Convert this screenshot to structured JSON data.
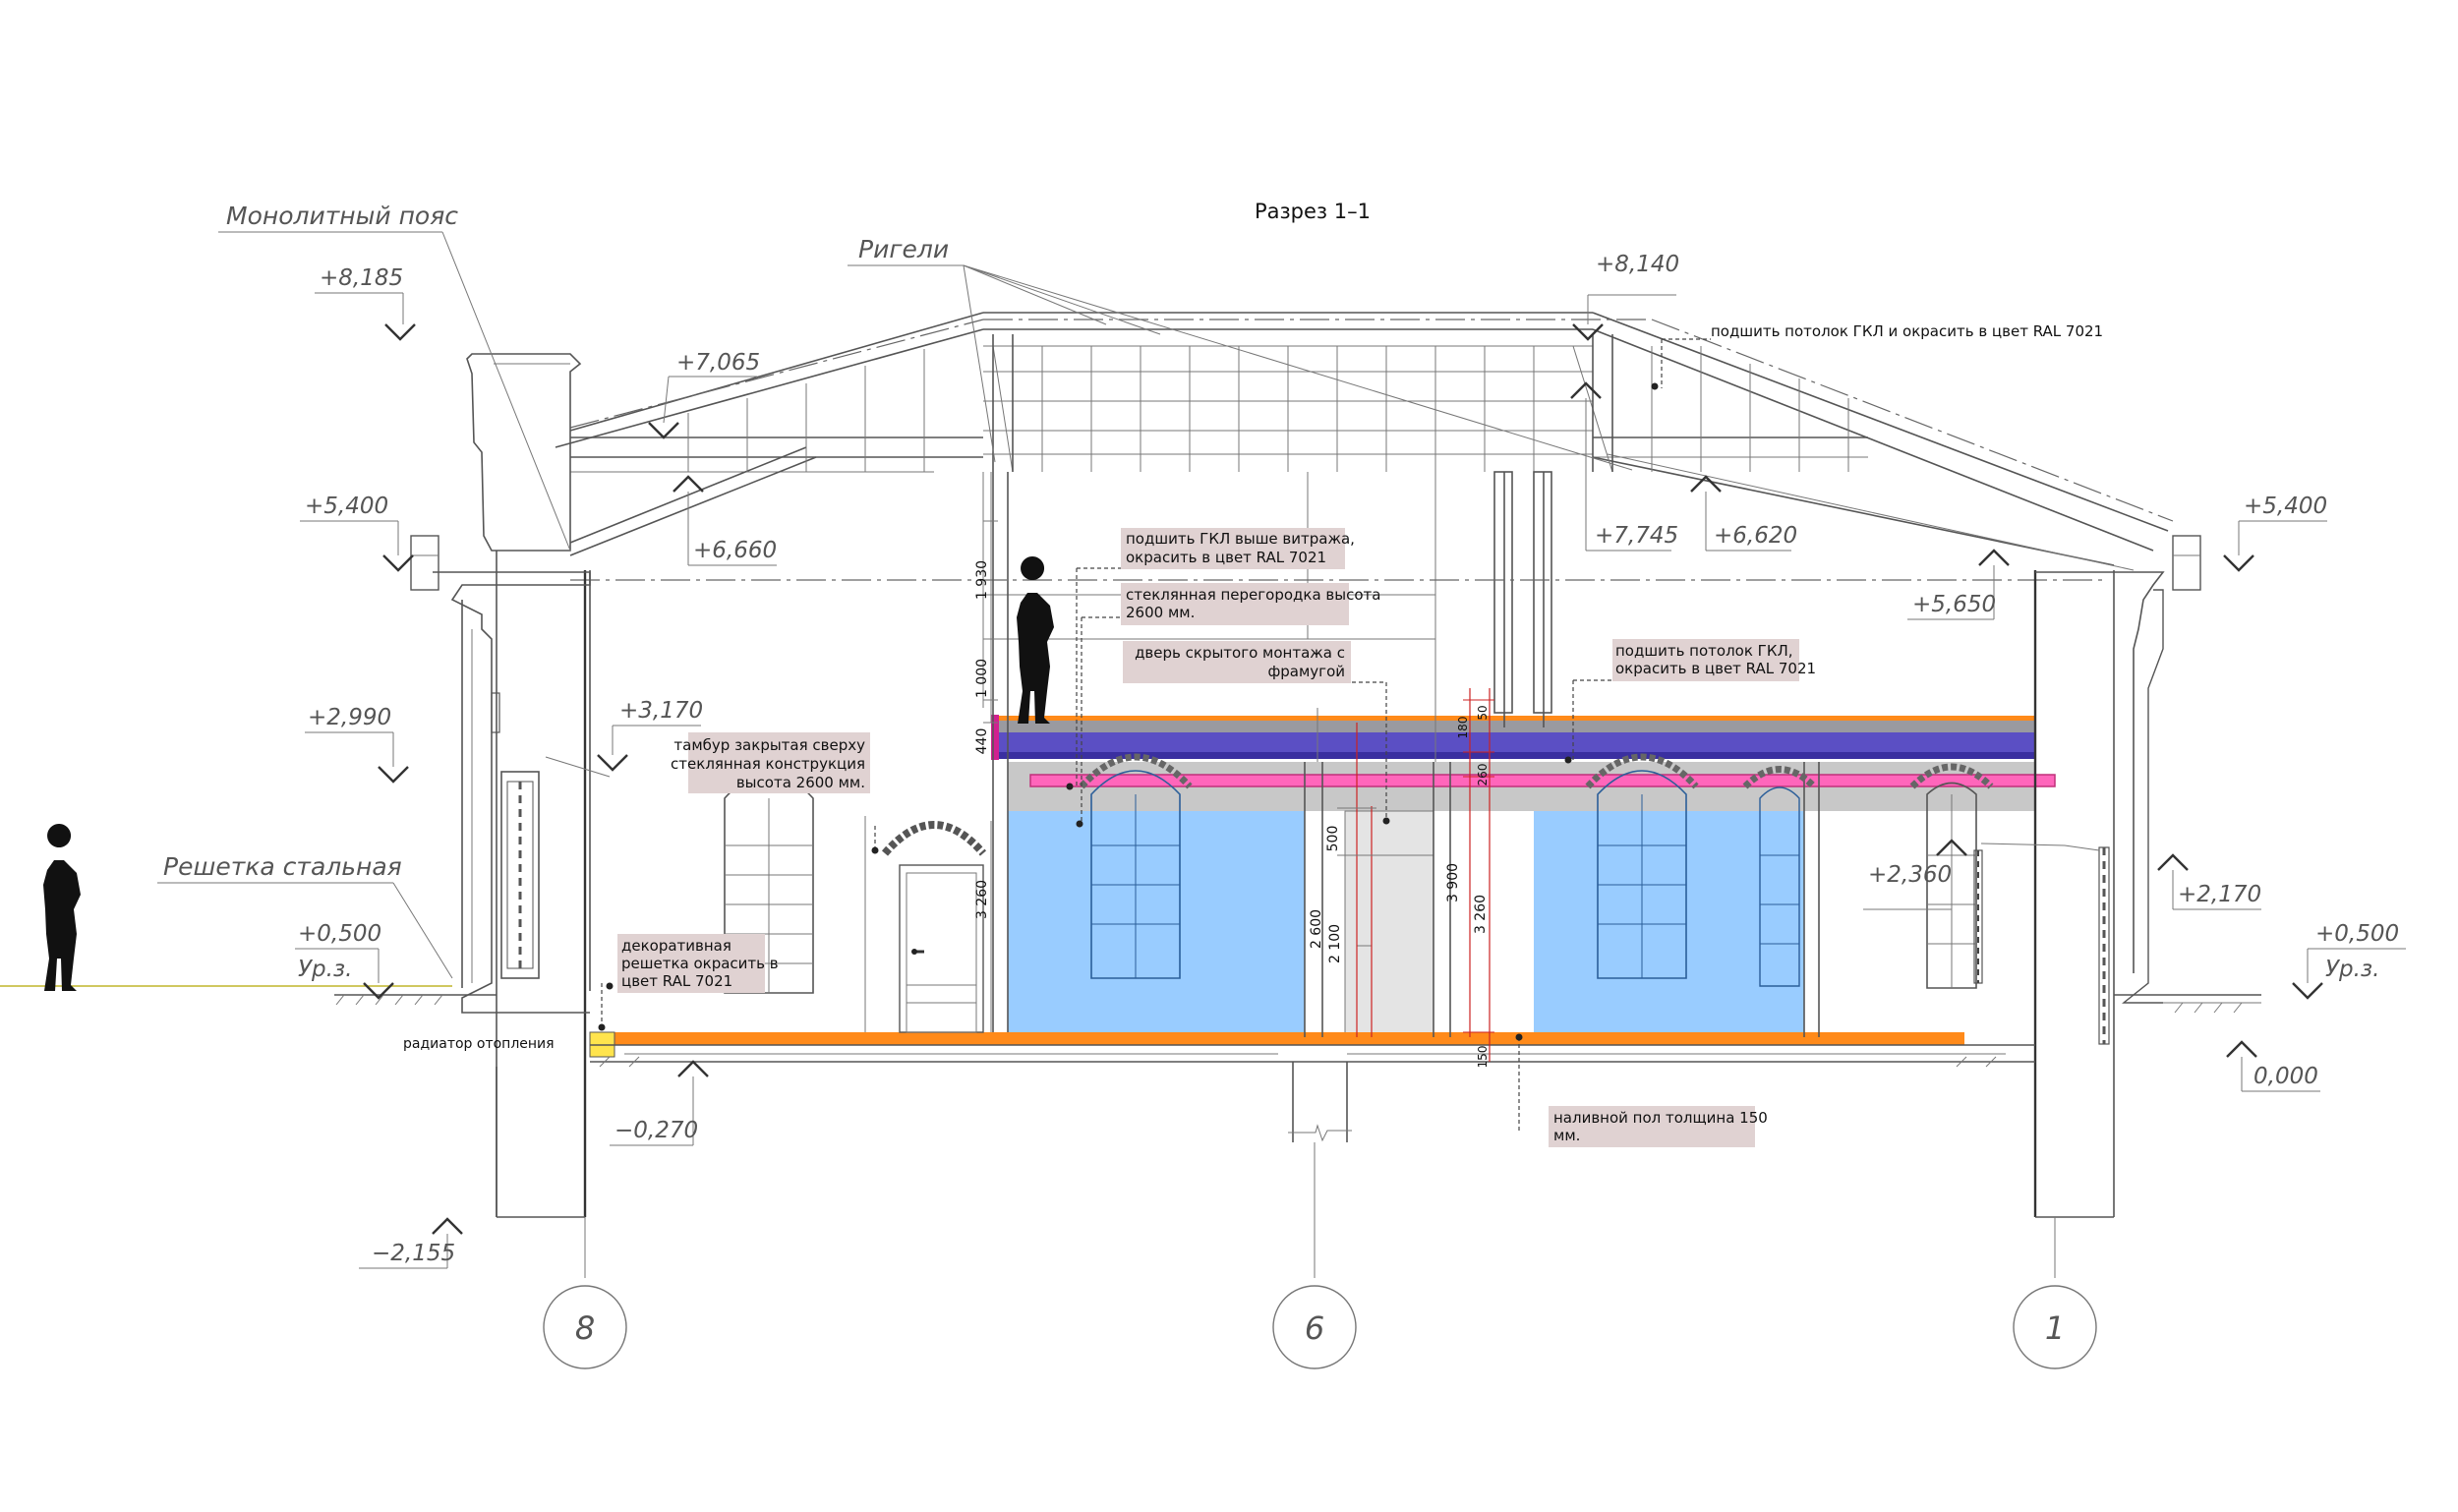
{
  "title": "Разрез 1–1",
  "colors": {
    "partition": "#99ccff",
    "gkl_band": "#5b4fc4",
    "gray_band": "#9a9aa0",
    "orange": "#ff8a1a",
    "pink": "#ff66bb",
    "note_bg": "#e0d2d2",
    "dim_red": "#cc2222"
  },
  "labels": {
    "monolithic_belt": "Монолитный пояс",
    "girders": "Ригели",
    "steel_grate": "Решетка стальная",
    "radiator": "радиатор отопления"
  },
  "levels": {
    "l_8185": "+8,185",
    "l_7065": "+7,065",
    "l_8140": "+8,140",
    "l_5400_left": "+5,400",
    "l_5400_right": "+5,400",
    "l_6660": "+6,660",
    "l_7745": "+7,745",
    "l_6620": "+6,620",
    "l_5650": "+5,650",
    "l_2990": "+2,990",
    "l_3170": "+3,170",
    "l_2360": "+2,360",
    "l_2170": "+2,170",
    "l_0500_left": "+0,500",
    "l_0500_right": "+0,500",
    "ground_left": "Ур.з.",
    "ground_right": "Ур.з.",
    "l_0000": "0,000",
    "l_m0270": "−0,270",
    "l_m2155": "−2,155"
  },
  "notes": {
    "ceiling_top": "подшить потолок ГКЛ и окрасить в цвет RAL 7021",
    "gkl_above_1": "подшить ГКЛ выше витража,",
    "gkl_above_2": "окрасить в цвет RAL 7021",
    "glass_part_1": "стеклянная перегородка высота",
    "glass_part_2": "2600 мм.",
    "door_1": "дверь скрытого монтажа с",
    "door_2": "фрамугой",
    "ceiling_gkl_1": "подшить потолок ГКЛ,",
    "ceiling_gkl_2": "окрасить в цвет RAL 7021",
    "vestibule_1": "тамбур закрытая сверху",
    "vestibule_2": "стеклянная конструкция",
    "vestibule_3": "высота 2600 мм.",
    "grate_1": "декоративная",
    "grate_2": "решетка окрасить в",
    "grate_3": "цвет RAL 7021",
    "floor_1": "наливной пол толщина 150",
    "floor_2": "мм."
  },
  "dimensions": {
    "d1930": "1 930",
    "d1000": "1 000",
    "d440": "440",
    "d3260_left": "3 260",
    "d500": "500",
    "d2600": "2 600",
    "d2100": "2 100",
    "d3900": "3 900",
    "d3260_mid": "3 260",
    "d180": "180",
    "d50": "50",
    "d260": "260",
    "d150": "150"
  },
  "axes": {
    "a8": "8",
    "a6": "6",
    "a1": "1"
  }
}
